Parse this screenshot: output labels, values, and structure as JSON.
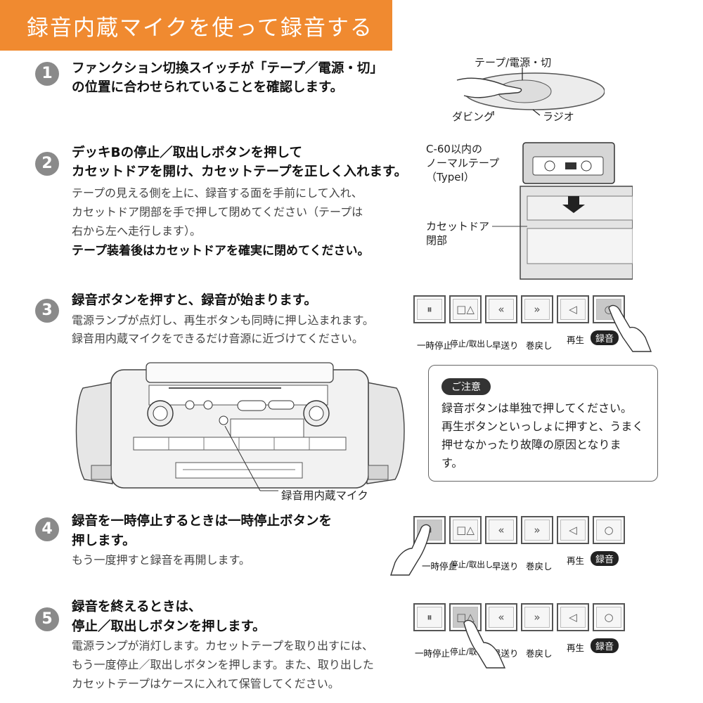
{
  "banner": {
    "title": "録音内蔵マイクを使って録音する"
  },
  "steps": [
    {
      "num": "1",
      "bold": [
        "ファンクション切換スイッチが「テープ／電源・切」",
        "の位置に合わせられていることを確認します。"
      ],
      "body": []
    },
    {
      "num": "2",
      "bold": [
        "デッキBの停止／取出しボタンを押して",
        "カセットドアを開け、カセットテープを正しく入れます。"
      ],
      "body": [
        "テープの見える側を上に、録音する面を手前にして入れ、",
        "カセットドア閉部を手で押して閉めてください（テープは",
        "右から左へ走行します）。"
      ],
      "bold2": "テープ装着後はカセットドアを確実に閉めてください。"
    },
    {
      "num": "3",
      "bold": [
        "録音ボタンを押すと、録音が始まります。"
      ],
      "body": [
        "電源ランプが点灯し、再生ボタンも同時に押し込まれます。",
        "録音用内蔵マイクをできるだけ音源に近づけてください。"
      ]
    },
    {
      "num": "4",
      "bold": [
        "録音を一時停止するときは一時停止ボタンを",
        "押します。"
      ],
      "body": [
        "もう一度押すと録音を再開します。"
      ]
    },
    {
      "num": "5",
      "bold": [
        "録音を終えるときは、",
        "停止／取出しボタンを押します。"
      ],
      "body": [
        "電源ランプが消灯します。カセットテープを取り出すには、",
        "もう一度停止／取出しボタンを押します。また、取り出した",
        "カセットテープはケースに入れて保管してください。"
      ]
    }
  ],
  "switch_illustration": {
    "top_label": "テープ/電源・切",
    "left_label": "ダビング",
    "right_label": "ラジオ"
  },
  "cassette_illustration": {
    "tape_label": [
      "C-60以内の",
      "ノーマルテープ",
      "（TypeⅠ）"
    ],
    "door_label": [
      "カセットドア",
      "閉部"
    ]
  },
  "button_labels": {
    "pause": "一時停止",
    "stop": "停止/取出し",
    "ff": "早送り",
    "rew": "巻戻し",
    "play": "再生",
    "rec": "録音"
  },
  "button_glyphs": {
    "pause": "⏸",
    "stop": "□△",
    "ff": "«",
    "rew": "»",
    "play": "◁",
    "rec": "○"
  },
  "note": {
    "title": "ご注意",
    "lines": [
      "録音ボタンは単独で押してください。",
      "再生ボタンといっしょに押すと、うまく",
      "押せなかったり故障の原因となりま",
      "す。"
    ]
  },
  "radio": {
    "mic_callout": "録音用内蔵マイク"
  }
}
